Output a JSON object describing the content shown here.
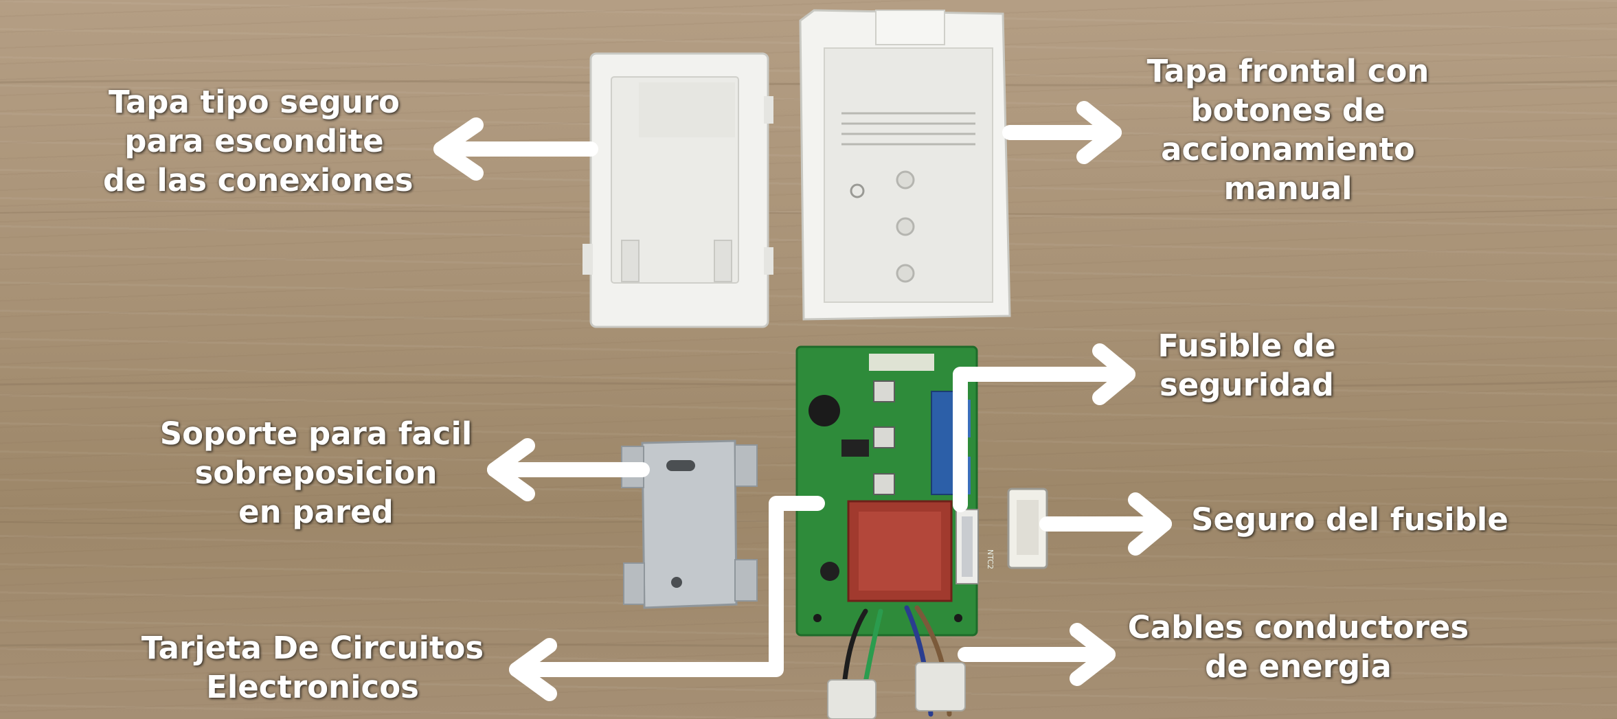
{
  "photo": {
    "colors": {
      "wood": "#a89276",
      "plastic": "#f4f4f1",
      "pcb": "#2e8b3a",
      "transformer": "#a13a2e",
      "metal": "#c3c8cc",
      "arrow": "#ffffff"
    },
    "printed_text": {
      "fuse_holder_marking": "NTC2"
    }
  },
  "labels": {
    "lock_cover": [
      "Tapa tipo seguro",
      "para escondite",
      "de las conexiones"
    ],
    "front_cover": [
      "Tapa frontal con",
      "botones de",
      "accionamiento",
      "manual"
    ],
    "fuse": [
      "Fusible de",
      "seguridad"
    ],
    "bracket": [
      "Soporte para facil",
      "sobreposicion",
      "en pared"
    ],
    "fuse_lock": [
      "Seguro del fusible"
    ],
    "circuit_board": [
      "Tarjeta De Circuitos",
      "Electronicos"
    ],
    "cables": [
      "Cables conductores",
      "de energia"
    ]
  }
}
